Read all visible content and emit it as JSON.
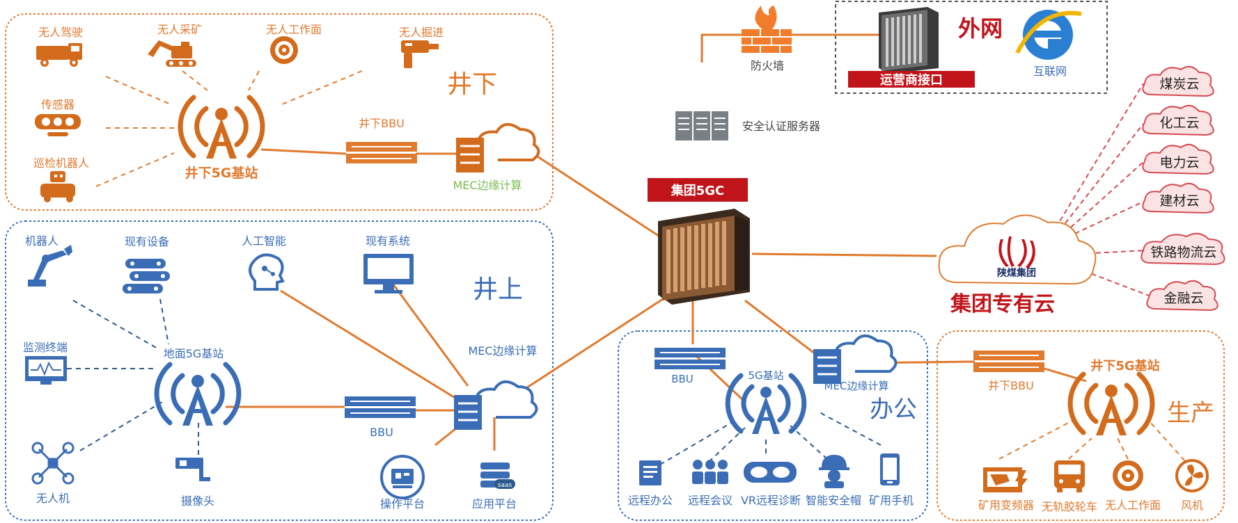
{
  "zones": {
    "underground": {
      "title": "井下"
    },
    "surface": {
      "title": "井上"
    },
    "office": {
      "title": "办公"
    },
    "production": {
      "title": "生产"
    },
    "external": {
      "title": "外网"
    }
  },
  "underground": {
    "station": "井下5G基站",
    "bbu": "井下BBU",
    "mec": "MEC边缘计算",
    "devices": [
      "无人驾驶",
      "无人采矿",
      "无人工作面",
      "无人掘进",
      "传感器",
      "巡检机器人"
    ]
  },
  "surface": {
    "station": "地面5G基站",
    "bbu": "BBU",
    "mec": "MEC边缘计算",
    "devices": [
      "机器人",
      "现有设备",
      "人工智能",
      "现有系统",
      "监测终端",
      "无人机",
      "摄像头",
      "操作平台",
      "应用平台"
    ]
  },
  "core": {
    "label": "集团5GC",
    "auth_server": "安全认证服务器",
    "firewall": "防火墙",
    "operator": "运营商接口",
    "internet": "互联网"
  },
  "cloud": {
    "title": "集团专有云",
    "brand": "陕煤集团",
    "sub_clouds": [
      "煤炭云",
      "化工云",
      "电力云",
      "建材云",
      "铁路物流云",
      "金融云"
    ]
  },
  "office": {
    "bbu": "BBU",
    "station": "5G基站",
    "mec": "MEC边缘计算",
    "devices": [
      "远程办公",
      "远程会议",
      "VR远程诊断",
      "智能安全帽",
      "矿用手机"
    ]
  },
  "production": {
    "bbu": "井下BBU",
    "station": "井下5G基站",
    "devices": [
      "矿用变频器",
      "无轨胶轮车",
      "无人工作面",
      "风机"
    ]
  },
  "colors": {
    "orange": "#e07a2e",
    "blue": "#3a6db5",
    "red": "#c0141a",
    "green": "#7dbb52"
  }
}
